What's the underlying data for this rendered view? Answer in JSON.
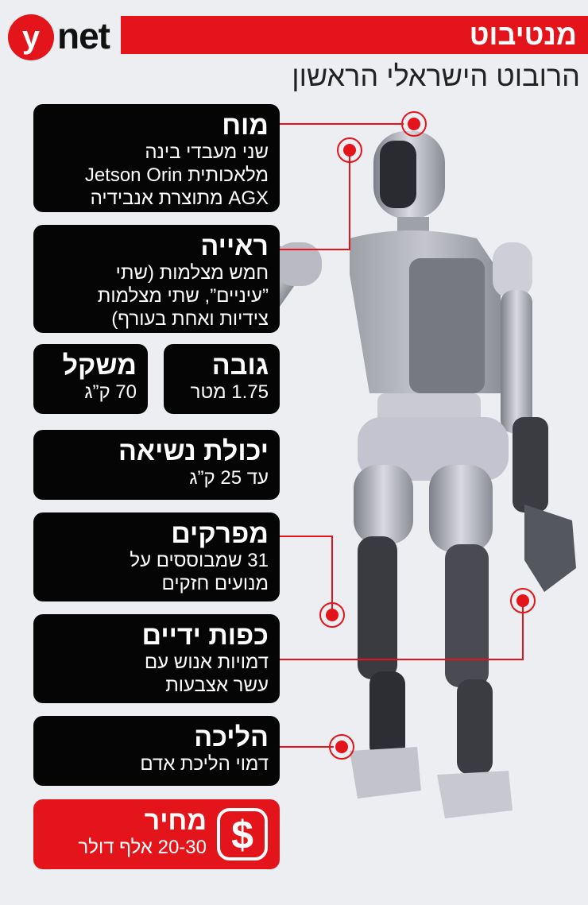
{
  "header": {
    "logo_y": "y",
    "logo_net": "net",
    "title": "מנטיבוט",
    "subtitle": "הרובוט הישראלי הראשון"
  },
  "items": [
    {
      "title": "מוח",
      "lines": [
        "שני מעבדי בינה",
        "מלאכותית Jetson Orin",
        "AGX מתוצרת אנבידיה"
      ]
    },
    {
      "title": "ראייה",
      "lines": [
        "חמש מצלמות (שתי",
        "”עיניים”, שתי מצלמות",
        "צידיות ואחת בעורף)"
      ]
    },
    {
      "title": "גובה",
      "lines": [
        "1.75 מטר"
      ]
    },
    {
      "title": "משקל",
      "lines": [
        "70 ק”ג"
      ]
    },
    {
      "title": "יכולת נשיאה",
      "lines": [
        "עד 25 ק”ג"
      ]
    },
    {
      "title": "מפרקים",
      "lines": [
        "31 שמבוססים על",
        "מנועים חזקים"
      ]
    },
    {
      "title": "כפות ידיים",
      "lines": [
        "דמויות אנוש עם",
        "עשר אצבעות"
      ]
    },
    {
      "title": "הליכה",
      "lines": [
        "דמוי הליכת אדם"
      ]
    }
  ],
  "price": {
    "title": "מחיר",
    "text": "20-30 אלף דולר",
    "icon": "dollar-icon"
  },
  "colors": {
    "accent": "#e4141b",
    "box": "#050505",
    "background": "#eceef2"
  }
}
